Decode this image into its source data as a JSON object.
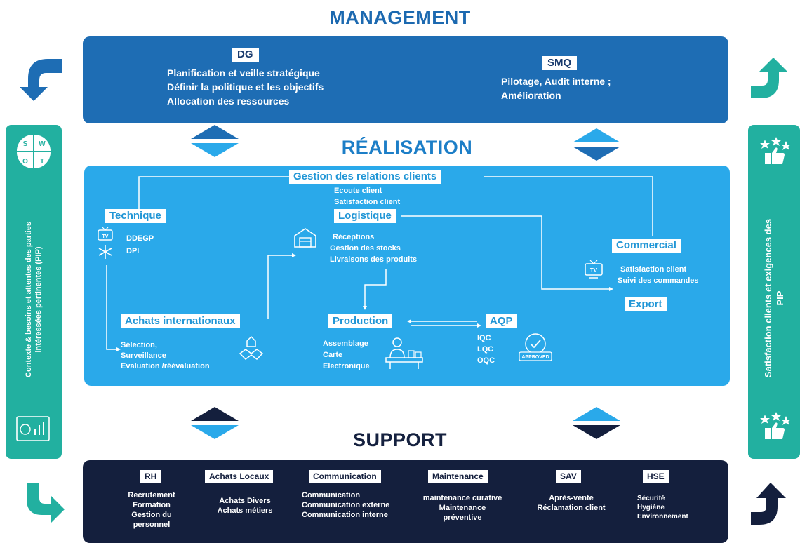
{
  "management": {
    "title": "MANAGEMENT",
    "dg": {
      "label": "DG",
      "lines": [
        "Planification et veille stratégique",
        "Définir la politique et les objectifs",
        "Allocation des ressources"
      ]
    },
    "smq": {
      "label": "SMQ",
      "lines": [
        "Pilotage, Audit interne ;",
        "Amélioration"
      ]
    }
  },
  "realisation": {
    "title": "RÉALISATION",
    "grc": {
      "label": "Gestion des relations clients",
      "lines": [
        "Ecoute client",
        "Satisfaction client"
      ]
    },
    "technique": {
      "label": "Technique",
      "lines": [
        "DDEGP",
        "DPI"
      ]
    },
    "logistique": {
      "label": "Logistique",
      "lines": [
        "Réceptions",
        "Gestion des stocks",
        "Livraisons des produits"
      ]
    },
    "commercial": {
      "label": "Commercial",
      "lines": [
        "Satisfaction client",
        "Suivi des commandes"
      ]
    },
    "export": {
      "label": "Export"
    },
    "achats": {
      "label": "Achats internationaux",
      "lines": [
        "Sélection,",
        "Surveillance",
        "Evaluation /réévaluation"
      ]
    },
    "production": {
      "label": "Production",
      "lines": [
        "Assemblage",
        "Carte",
        "Electronique"
      ]
    },
    "aqp": {
      "label": "AQP",
      "lines": [
        "IQC",
        "LQC",
        "OQC"
      ],
      "stamp": "APPROVED"
    }
  },
  "support": {
    "title": "SUPPORT",
    "items": [
      {
        "label": "RH",
        "lines": [
          "Recrutement",
          "Formation",
          "Gestion du",
          "personnel"
        ]
      },
      {
        "label": "Achats Locaux",
        "lines": [
          "Achats Divers",
          "Achats métiers"
        ]
      },
      {
        "label": "Communication",
        "lines": [
          "Communication",
          "Communication externe",
          "Communication interne"
        ]
      },
      {
        "label": "Maintenance",
        "lines": [
          "maintenance curative",
          "Maintenance",
          "préventive"
        ]
      },
      {
        "label": "SAV",
        "lines": [
          "Après-vente",
          "Réclamation client"
        ]
      },
      {
        "label": "HSE",
        "lines": [
          "Sécurité",
          "Hygiène",
          "Environnement"
        ]
      }
    ]
  },
  "sides": {
    "left": {
      "text": [
        "Contexte & besoins et attentes des parties",
        "intéressées pertinentes (PIP)"
      ],
      "swot": [
        "S",
        "W",
        "O",
        "T"
      ]
    },
    "right": {
      "text": [
        "Satisfaction clients et exigences des",
        "PIP"
      ]
    }
  },
  "icons": {
    "tv": "TV"
  },
  "colors": {
    "management": "#1e6db4",
    "realisation": "#2aa9ea",
    "support": "#141f3d",
    "sides": "#22b0a0",
    "title_management": "#1c69b0",
    "title_support": "#15213f"
  }
}
